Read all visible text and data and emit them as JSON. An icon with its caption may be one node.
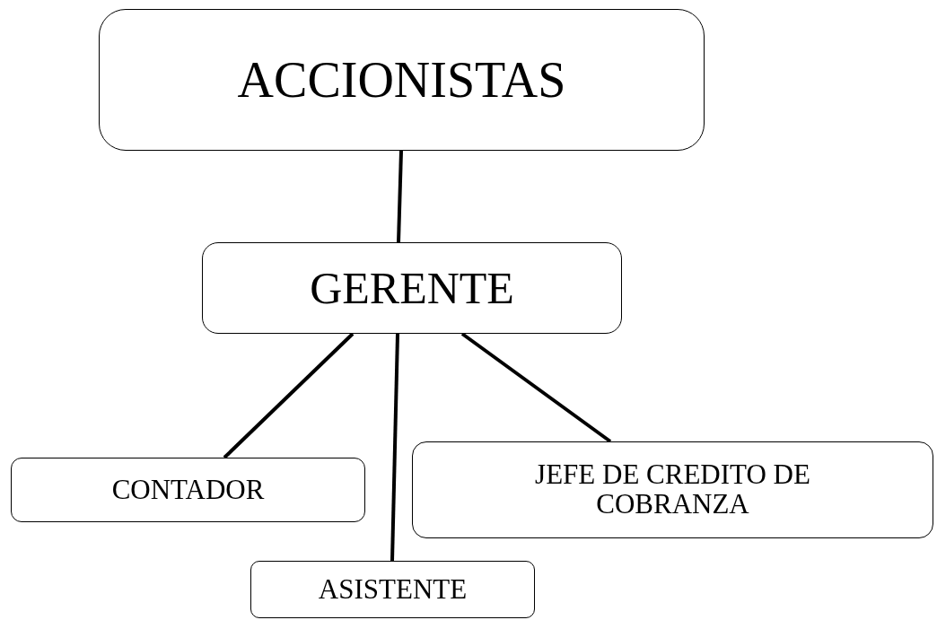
{
  "diagram": {
    "nodes": [
      {
        "text": [
          "ACCIONISTAS"
        ]
      },
      {
        "text": [
          "GERENTE"
        ]
      },
      {
        "text": [
          "CONTADOR"
        ]
      },
      {
        "text": [
          "ASISTENTE"
        ]
      },
      {
        "text": [
          "JEFE DE CREDITO DE COBRANZA"
        ]
      }
    ],
    "edges": [
      {
        "from": 0,
        "to": 1,
        "arrow": "none"
      },
      {
        "from": 1,
        "to": 2,
        "arrow": "none"
      },
      {
        "from": 1,
        "to": 3,
        "arrow": "none"
      },
      {
        "from": 1,
        "to": 4,
        "arrow": "none"
      }
    ]
  }
}
